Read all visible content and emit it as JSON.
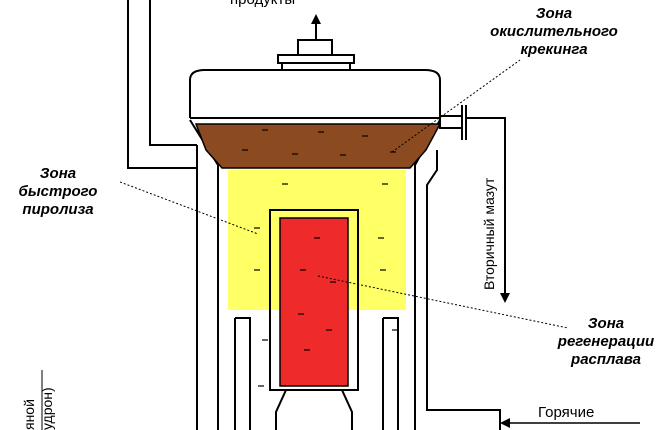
{
  "labels": {
    "top_clipped": "продукты",
    "oxidative_cracking": [
      "Зона",
      "окислительного",
      "крекинга"
    ],
    "fast_pyrolysis": [
      "Зона",
      "быстрого",
      "пиролиза"
    ],
    "regeneration": [
      "Зона",
      "регенерации",
      "расплава"
    ],
    "secondary_oil": "Вторичный мазут",
    "hot": "Горячие",
    "left_vertical_1": "яной",
    "left_vertical_2": "удрон)"
  },
  "colors": {
    "brown_layer": "#8b4a1f",
    "yellow_melt": "#ffff66",
    "red_core": "#ee2a2a",
    "outline": "#000000"
  }
}
